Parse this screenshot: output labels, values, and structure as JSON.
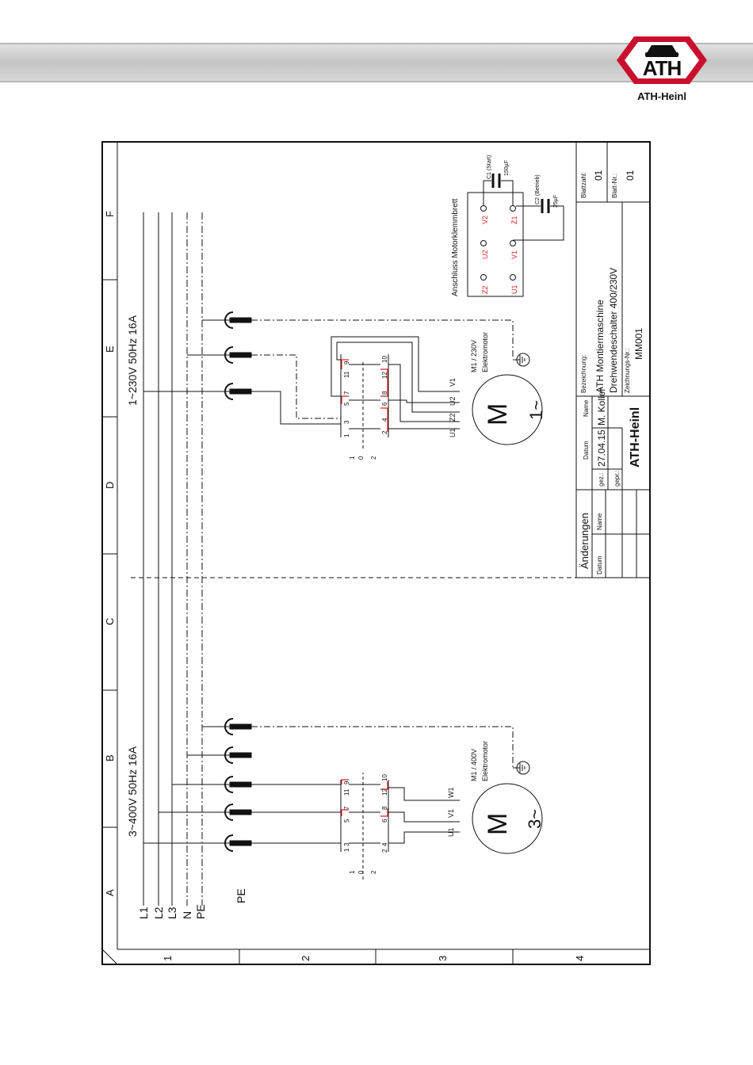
{
  "header": {
    "brand": "ATH-Heinl",
    "logo_letters": "ATH"
  },
  "colors": {
    "band": "#c9c9c9",
    "logo_red": "#c8102e",
    "line": "#111111",
    "bridge_red": "#e02020"
  },
  "frame": {
    "columns": [
      "A",
      "B",
      "C",
      "D",
      "E",
      "F"
    ],
    "rows": [
      "1",
      "2",
      "3",
      "4"
    ]
  },
  "supply_three_phase": {
    "label": "3~400V 50Hz 16A",
    "lines": [
      "L1",
      "L2",
      "L3",
      "N",
      "PE"
    ],
    "pe": "PE"
  },
  "supply_single_phase": {
    "label": "1~230V 50Hz 16A"
  },
  "motor_three_phase": {
    "name": "M1 / 400V",
    "type": "Elektromotor",
    "symbol": "M",
    "phase": "3~",
    "terminals": [
      "U1",
      "V1",
      "W1"
    ]
  },
  "motor_single_phase": {
    "name": "M1 / 230V",
    "type": "Elektromotor",
    "symbol": "M",
    "phase": "1~",
    "terminals": [
      "U1",
      "Z2",
      "U2",
      "V1"
    ]
  },
  "switch": {
    "positions": [
      "1",
      "0",
      "2"
    ],
    "contacts_top": [
      "1",
      "3",
      "5",
      "7",
      "11",
      "9"
    ],
    "contacts_bottom": [
      "2",
      "4",
      "6",
      "8",
      "12",
      "10"
    ]
  },
  "terminal_board": {
    "title": "Anschluss Motorklemmbrett",
    "row1": [
      "Z2",
      "U2",
      "V2"
    ],
    "row2": [
      "U1",
      "V1",
      "Z1"
    ],
    "c1_label": "C1 (Start)",
    "c1_value": "150µF",
    "c2_label": "C2 (Betrieb)",
    "c2_value": "25µF"
  },
  "title_block": {
    "changes": "Änderungen",
    "col_datum": "Datum",
    "col_name": "Name",
    "gez": "gez.:",
    "gepr": "gepr.:",
    "date": "27.04.15",
    "author": "M. Koller",
    "bezeichnung_label": "Bezeichnung:",
    "title1": "ATH Montiermaschine",
    "title2": "Drehwendeschalter 400/230V",
    "zeichnung_label": "Zeichnungs-Nr.:",
    "drawing_no": "MM001",
    "company": "ATH-Heinl",
    "blattzahl_label": "Blattzahl:",
    "blattzahl": "01",
    "blattnr_label": "Blatt-Nr.:",
    "blattnr": "01"
  }
}
